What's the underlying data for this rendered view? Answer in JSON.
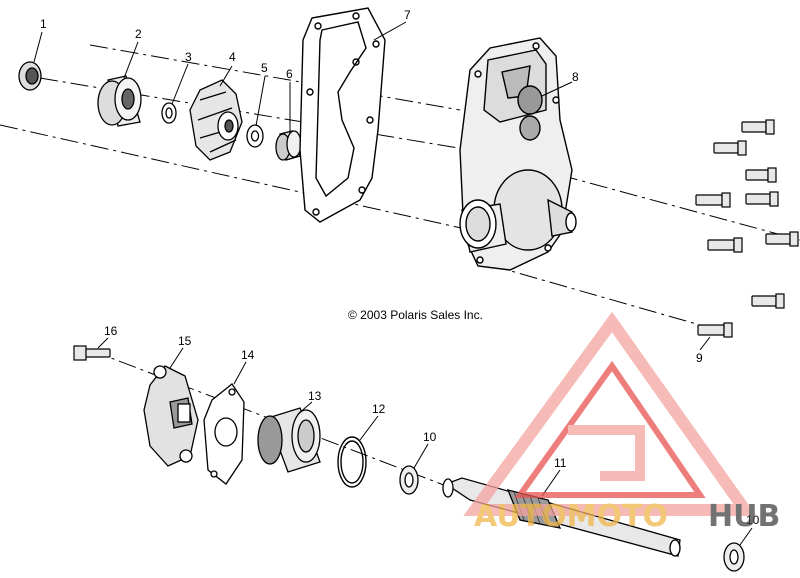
{
  "callouts": {
    "c1": "1",
    "c2": "2",
    "c3": "3",
    "c4": "4",
    "c5": "5",
    "c6": "6",
    "c7": "7",
    "c8": "8",
    "c9": "9",
    "c10a": "10",
    "c10b": "10",
    "c11": "11",
    "c12": "12",
    "c13": "13",
    "c14": "14",
    "c15": "15",
    "c16": "16"
  },
  "copyright": "© 2003 Polaris Sales Inc.",
  "watermark": {
    "brand_part1": "AUTOMOTO",
    "brand_part2": "HUB",
    "colors": {
      "accent": "#e8534f",
      "accent_light": "#f4a3a0",
      "text_gold": "#f0b64a",
      "text_dark": "#444444"
    }
  }
}
